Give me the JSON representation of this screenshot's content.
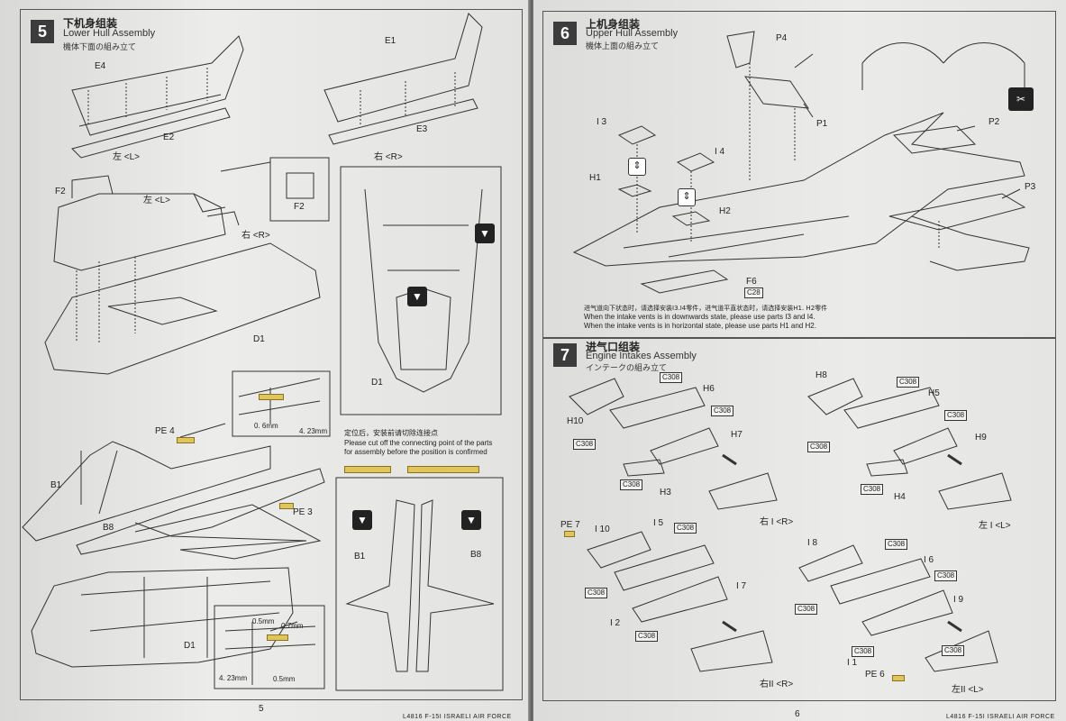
{
  "left_page": {
    "step": "5",
    "title_cn": "下机身组装",
    "title_en": "Lower Hull Assembly",
    "title_jp": "機体下面の組み立て",
    "page_number": "5",
    "labels": {
      "e4": "E4",
      "e2": "E2",
      "left_a": "左 <L>",
      "e1": "E1",
      "e3": "E3",
      "right_a": "右 <R>",
      "f2": "F2",
      "f2_detail": "F2",
      "left_b": "左 <L>",
      "right_b": "右 <R>",
      "d1_a": "D1",
      "d1_b": "D1",
      "d1_c": "D1",
      "pe4": "PE 4",
      "pe3": "PE 3",
      "b1_a": "B1",
      "b8_a": "B8",
      "b1_b": "B1",
      "b8_b": "B8",
      "dim_06": "0. 6mm",
      "dim_423_a": "4. 23mm",
      "dim_05_a": "0.5mm",
      "dim_07": "0.7mm",
      "dim_423_b": "4. 23mm",
      "dim_05_b": "0.5mm"
    },
    "notice_cn": "定位后，安装前请切除连接点",
    "notice_en_1": "Please cut off the connecting point of the parts",
    "notice_en_2": "for assembly before the position is confirmed",
    "footer": "L4816 F-15I ISRAELI AIR FORCE"
  },
  "right_page": {
    "step6": "6",
    "step6_title_cn": "上机身组装",
    "step6_title_en": "Upper Hull Assembly",
    "step6_title_jp": "機体上面の組み立て",
    "step6_labels": {
      "p4": "P4",
      "p1": "P1",
      "p2": "P2",
      "p3": "P3",
      "i3": "I 3",
      "i4": "I 4",
      "h1": "H1",
      "h2": "H2",
      "f6": "F6",
      "c28": "C28"
    },
    "step6_note_cn": "进气道向下状态时，请选择安装I3.I4零件，进气道平直状态时，请选择安装H1. H2零件",
    "step6_note_en_1": "When the intake vents is in downwards state, please use parts I3 and I4.",
    "step6_note_en_2": "When the intake vents is in horizontal state, please use parts H1 and H2.",
    "step7": "7",
    "step7_title_cn": "进气口组装",
    "step7_title_en": "Engine Intakes Assembly",
    "step7_title_jp": "インテークの組み立て",
    "step7_labels": {
      "h10": "H10",
      "h6": "H6",
      "h7": "H7",
      "h3": "H3",
      "c308_1": "C308",
      "c308_2": "C308",
      "c308_3": "C308",
      "c308_4": "C308",
      "right1": "右 I <R>",
      "h8": "H8",
      "h5": "H5",
      "h9": "H9",
      "h4": "H4",
      "c308_5": "C308",
      "c308_6": "C308",
      "c308_7": "C308",
      "c308_8": "C308",
      "left1": "左 I <L>",
      "pe7": "PE 7",
      "i10": "I 10",
      "i5": "I 5",
      "i7": "I 7",
      "i2": "I 2",
      "c308_9": "C308",
      "c308_10": "C308",
      "c308_11": "C308",
      "right2": "右II <R>",
      "i8": "I 8",
      "i6": "I 6",
      "i9": "I 9",
      "i1": "I 1",
      "pe6": "PE 6",
      "c308_12": "C308",
      "c308_13": "C308",
      "c308_14": "C308",
      "c308_15": "C308",
      "c308_16": "C308",
      "left2": "左II <L>"
    },
    "page_number": "6",
    "footer": "L4816 F-15I ISRAELI AIR FORCE"
  }
}
